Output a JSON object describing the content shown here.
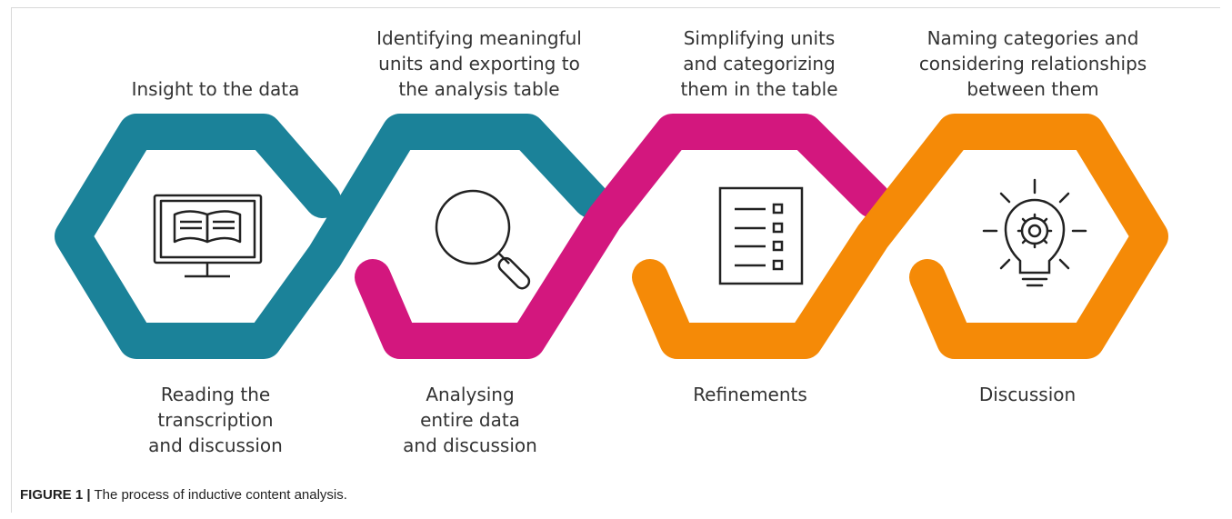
{
  "colors": {
    "teal": "#1B8299",
    "magenta": "#D3177E",
    "orange": "#F58A07",
    "icon": "#222222"
  },
  "steps": [
    {
      "top_label": "Insight to the data",
      "bottom_label": "Reading the\ntranscription\nand discussion",
      "icon": "monitor-book-icon"
    },
    {
      "top_label": "Identifying meaningful\nunits and exporting to\nthe analysis table",
      "bottom_label": "Analysing\nentire data\nand discussion",
      "icon": "magnifier-icon"
    },
    {
      "top_label": "Simplifying units\nand categorizing\nthem in the table",
      "bottom_label": "Refinements",
      "icon": "checklist-icon"
    },
    {
      "top_label": "Naming categories and\nconsidering relationships\nbetween them",
      "bottom_label": "Discussion",
      "icon": "lightbulb-gear-icon"
    }
  ],
  "caption": {
    "label": "FIGURE 1 |",
    "text": " The process of inductive content analysis."
  }
}
